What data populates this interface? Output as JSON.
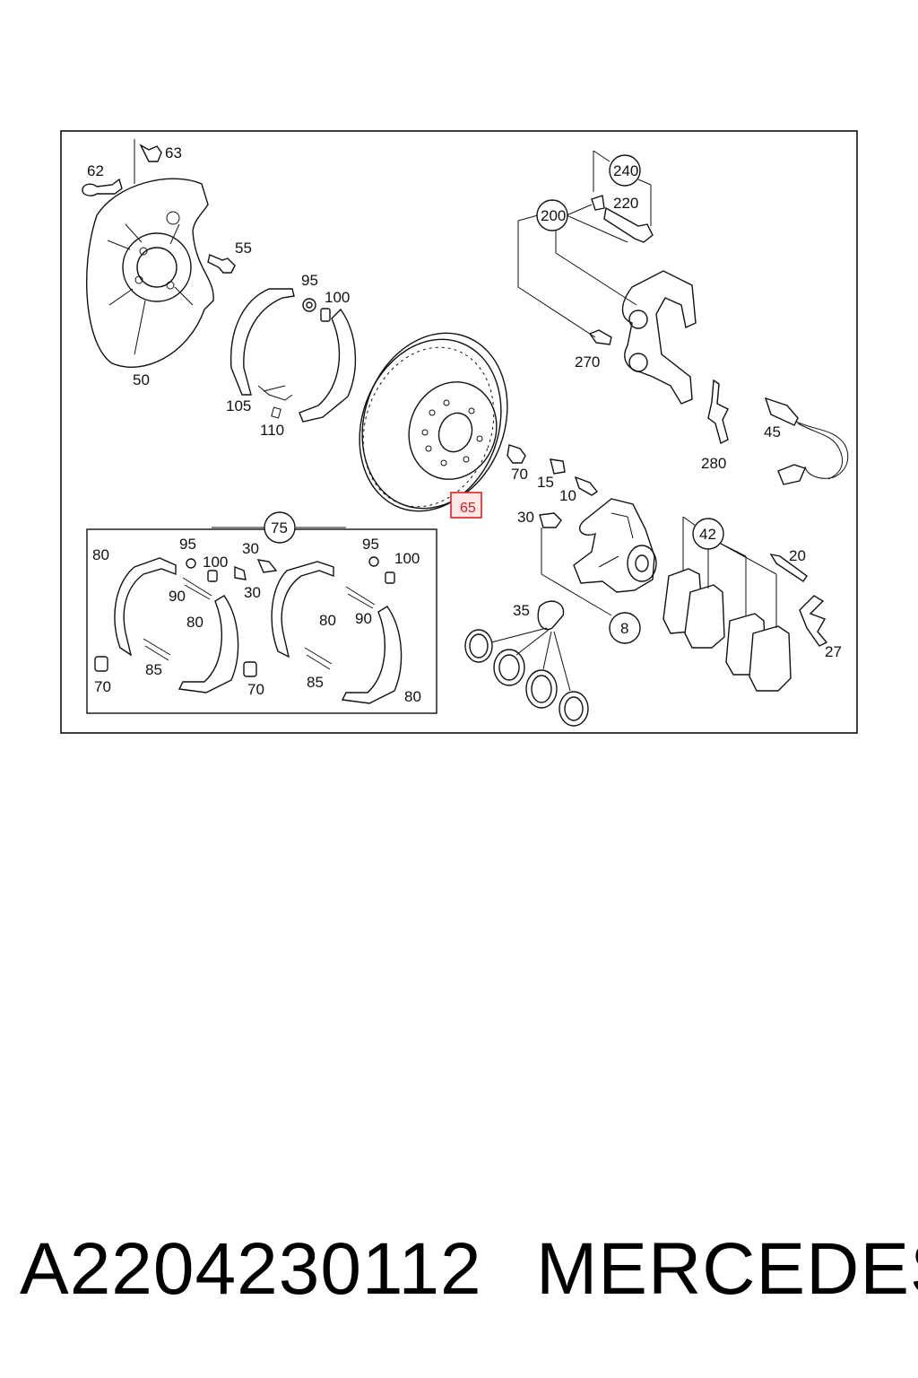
{
  "diagram": {
    "callouts": {
      "c63": "63",
      "c62": "62",
      "c55": "55",
      "c50": "50",
      "c95a": "95",
      "c100a": "100",
      "c105": "105",
      "c110": "110",
      "c240": "240",
      "c220": "220",
      "c200": "200",
      "c270": "270",
      "c280": "280",
      "c45": "45",
      "c70a": "70",
      "c15": "15",
      "c10": "10",
      "c65": "65",
      "c30a": "30",
      "c75": "75",
      "c42": "42",
      "c20": "20",
      "c27": "27",
      "c8": "8",
      "c35": "35",
      "k80a": "80",
      "k95a": "95",
      "k30a": "30",
      "k100a": "100",
      "k90a": "90",
      "k30b": "30",
      "k80b": "80",
      "k70a": "70",
      "k85a": "85",
      "k70b": "70",
      "k95b": "95",
      "k100b": "100",
      "k80c": "80",
      "k90b": "90",
      "k85b": "85",
      "k80d": "80"
    },
    "highlighted_callout": "65",
    "highlight_color": "#e02020"
  },
  "footer": {
    "part_number": "A2204230112",
    "brand": "MERCEDES"
  }
}
